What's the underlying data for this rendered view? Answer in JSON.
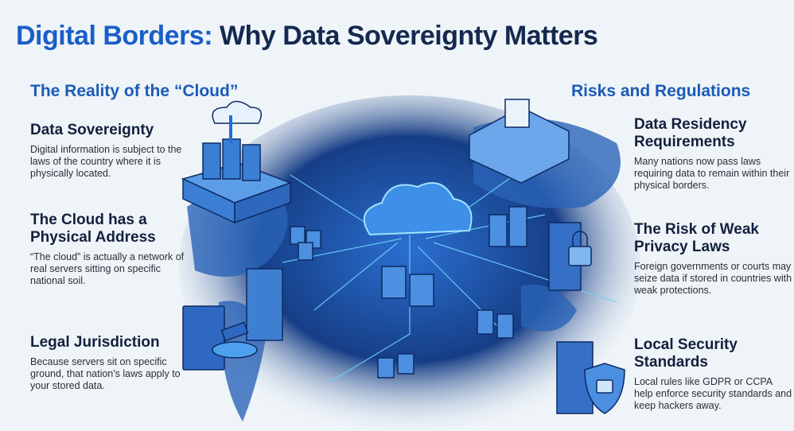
{
  "title": {
    "accent": "Digital Borders:",
    "rest": " Why Data Sovereignty Matters"
  },
  "left": {
    "heading": "The Reality of the “Cloud”",
    "items": [
      {
        "title": "Data Sovereignty",
        "body": "Digital information is subject to the laws of the country where it is physically located."
      },
      {
        "title": "The Cloud has a Physical Address",
        "body": "“The cloud” is actually a network of real servers sitting on specific national soil."
      },
      {
        "title": "Legal Jurisdiction",
        "body": "Because servers sit on specific ground, that nation's laws apply to your stored data."
      }
    ]
  },
  "right": {
    "heading": "Risks and Regulations",
    "items": [
      {
        "title": "Data Residency Requirements",
        "body": "Many nations now pass laws requiring data to remain within their physical borders."
      },
      {
        "title": "The Risk of Weak Privacy Laws",
        "body": "Foreign governments or courts may seize data if stored in countries with weak protections."
      },
      {
        "title": "Local Security Standards",
        "body": "Local rules like GDPR or CCPA help enforce security standards and keep hackers away."
      }
    ]
  },
  "colors": {
    "accent": "#1a5ec8",
    "title_dark": "#15294f",
    "globe": "#1f4e9a",
    "glow": "#5fc8ff",
    "background": "#eef4f8"
  },
  "illustrations": [
    "cloud-servers-anchor-icon",
    "globe-network-icon",
    "law-book-gavel-icon",
    "firewall-documents-icon",
    "server-lock-key-icon",
    "server-shield-lock-icon"
  ]
}
